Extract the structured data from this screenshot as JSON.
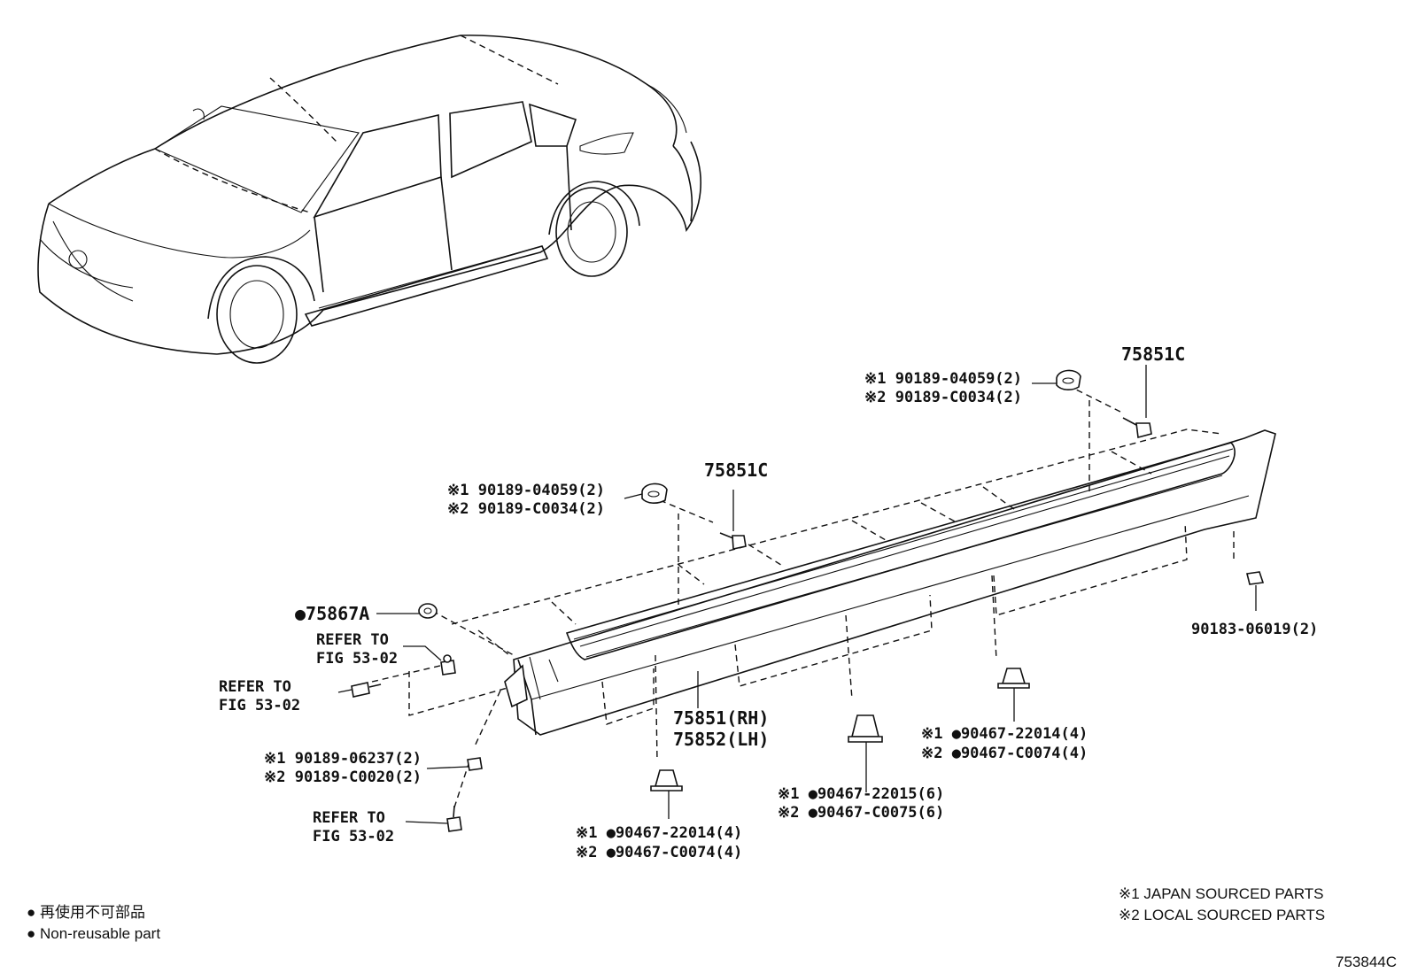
{
  "callouts": {
    "c_right_clip_1": "※1 90189-04059(2)",
    "c_right_clip_2": "※2 90189-C0034(2)",
    "c_right_screw": "75851C",
    "c_mid_clip_1": "※1 90189-04059(2)",
    "c_mid_clip_2": "※2 90189-C0034(2)",
    "c_mid_screw": "75851C",
    "c_grommet": "●75867A",
    "c_refer1_a": "REFER TO",
    "c_refer1_b": "FIG 53-02",
    "c_refer2_a": "REFER TO",
    "c_refer2_b": "FIG 53-02",
    "c_refer3_a": "REFER TO",
    "c_refer3_b": "FIG 53-02",
    "c_front_nut_1": "※1 90189-06237(2)",
    "c_front_nut_2": "※2 90189-C0020(2)",
    "c_rocker_rh": "75851(RH)",
    "c_rocker_lh": "75852(LH)",
    "c_clip_a_1": "※1 ●90467-22014(4)",
    "c_clip_a_2": "※2 ●90467-C0074(4)",
    "c_clip_b_1": "※1 ●90467-22015(6)",
    "c_clip_b_2": "※2 ●90467-C0075(6)",
    "c_clip_c_1": "※1 ●90467-22014(4)",
    "c_clip_c_2": "※2 ●90467-C0074(4)",
    "c_rear_clip": "90183-06019(2)"
  },
  "legend": {
    "nonreusable_jp": "● 再使用不可部品",
    "nonreusable_en": "● Non-reusable part",
    "sourced_1": "※1 JAPAN SOURCED PARTS",
    "sourced_2": "※2 LOCAL SOURCED PARTS"
  },
  "figure_id": "753844C"
}
